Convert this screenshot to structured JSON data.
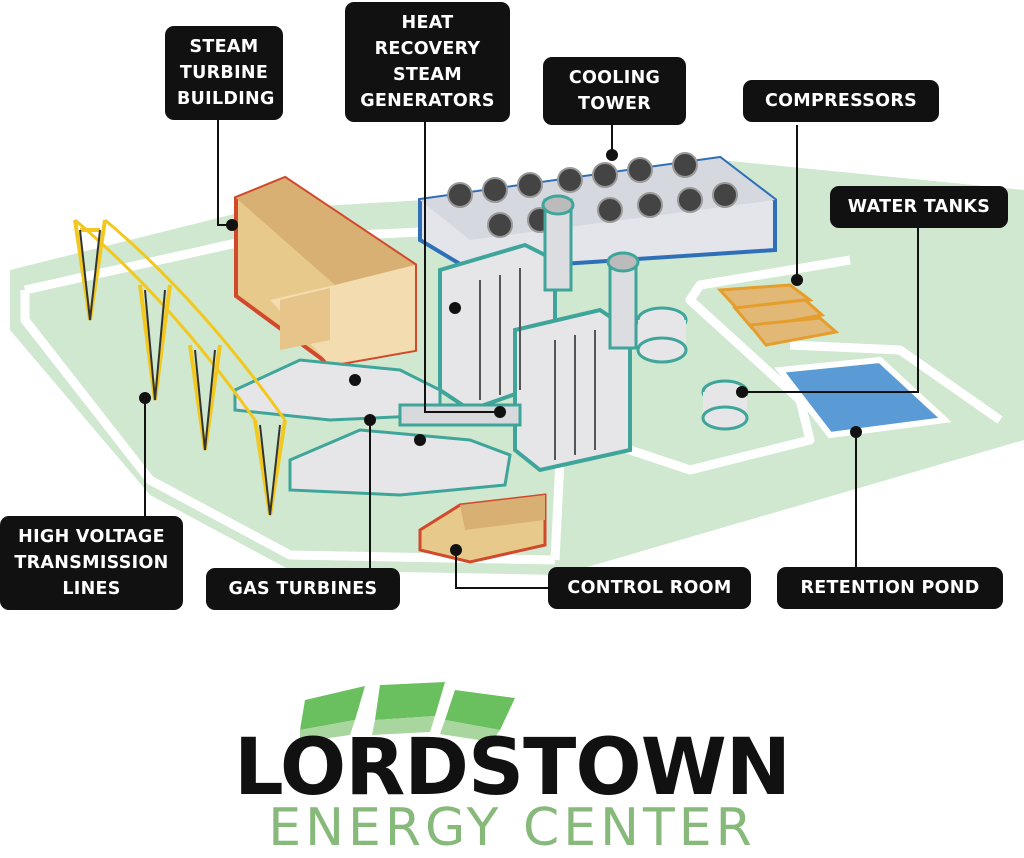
{
  "labels": {
    "steam_turbine_building": "STEAM\nTURBINE\nBUILDING",
    "heat_recovery": "HEAT\nRECOVERY\nSTEAM\nGENERATORS",
    "cooling_tower": "COOLING\nTOWER",
    "compressors": "COMPRESSORS",
    "water_tanks": "WATER TANKS",
    "high_voltage": "HIGH VOLTAGE\nTRANSMISSION\nLINES",
    "gas_turbines": "GAS TURBINES",
    "control_room": "CONTROL ROOM",
    "retention_pond": "RETENTION POND"
  },
  "logo": {
    "title": "LORDSTOWN",
    "subtitle": "ENERGY CENTER"
  },
  "colors": {
    "ground": "#cfe8cf",
    "road": "#ffffff",
    "turbine_building": "#e8c98c",
    "turbine_outline": "#d2482a",
    "equipment": "#e6e6e8",
    "equipment_outline": "#3fa59a",
    "cooling_outline": "#2f6fb8",
    "tower_wire": "#f2c81e",
    "pond": "#5b9bd5",
    "compressor": "#e2b877",
    "label_bg": "#111111",
    "logo_green": "#6abf5e",
    "logo_light_green": "#a9d69e",
    "logo_sub": "#86b97a"
  }
}
